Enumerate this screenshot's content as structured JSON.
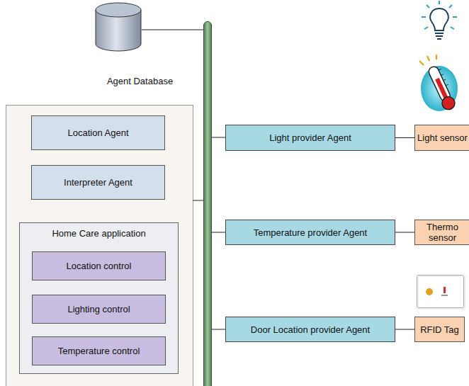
{
  "diagram": {
    "nodes": [
      {
        "text": [
          "Agent Database"
        ]
      },
      {
        "text": [
          "Location Agent"
        ]
      },
      {
        "text": [
          "Interpreter Agent"
        ]
      },
      {
        "text": [
          "Home Care application"
        ]
      },
      {
        "text": [
          "Location control"
        ],
        "in": 3
      },
      {
        "text": [
          "Lighting control"
        ],
        "in": 3
      },
      {
        "text": [
          "Temperature control"
        ],
        "in": 3
      },
      {
        "text": [
          "Light provider Agent"
        ]
      },
      {
        "text": [
          "Light sensor"
        ]
      },
      {
        "text": [
          "Temperature provider Agent"
        ]
      },
      {
        "text": [
          "Thermo sensor"
        ]
      },
      {
        "text": [
          "Door Location provider Agent"
        ]
      },
      {
        "text": [
          "RFID Tag"
        ]
      }
    ],
    "edges": [
      {
        "from": 7,
        "to": 8,
        "arrow": "none"
      },
      {
        "from": 9,
        "to": 10,
        "arrow": "none"
      },
      {
        "from": 11,
        "to": 12,
        "arrow": "none"
      }
    ]
  }
}
